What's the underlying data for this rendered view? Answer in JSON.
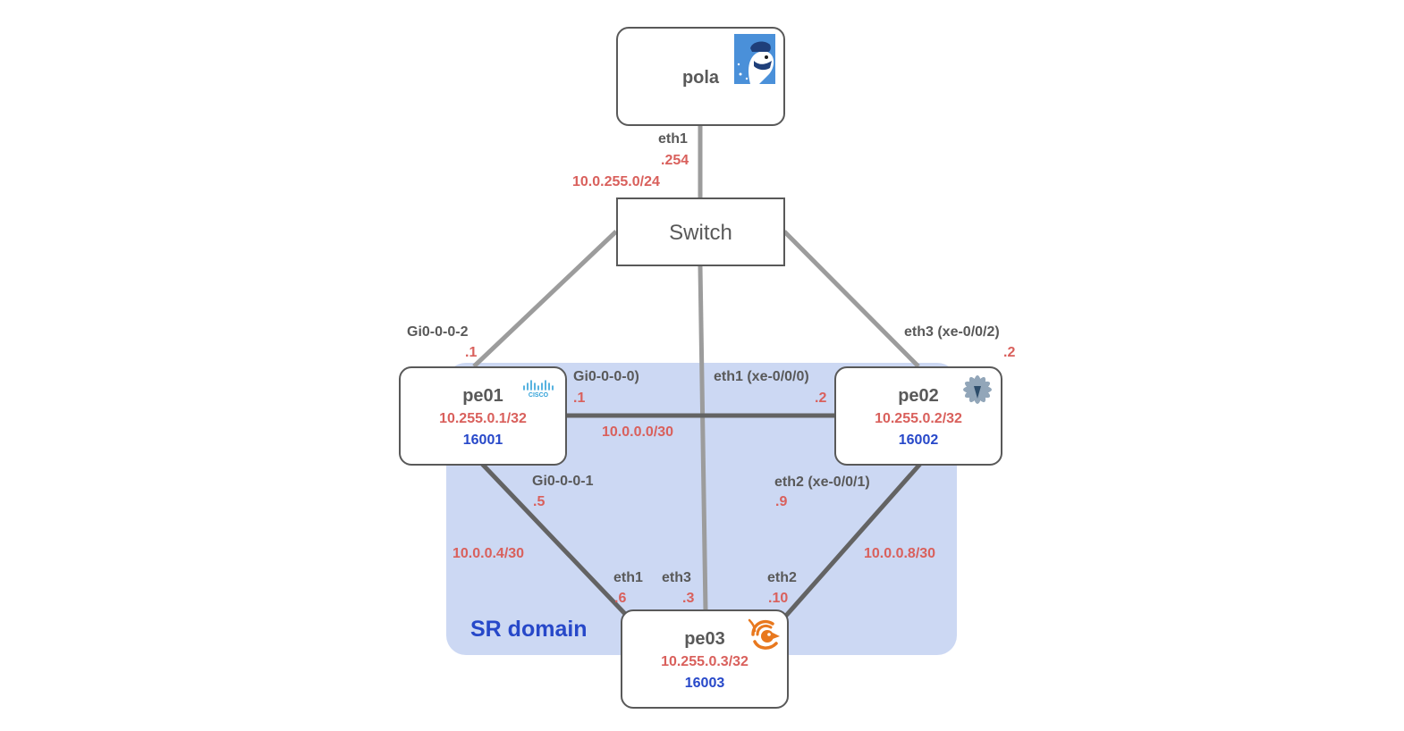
{
  "colors": {
    "label_gray": "#595959",
    "address_red": "#d9605c",
    "sid_blue": "#2748c9",
    "domain_fill": "#ccd8f3",
    "mgmt_link": "#9c9c9c",
    "data_link": "#636363"
  },
  "domain": {
    "label": "SR domain"
  },
  "switch": {
    "label": "Switch"
  },
  "nodes": {
    "pola": {
      "name": "pola",
      "logo": "polar-bear-icon"
    },
    "pe01": {
      "name": "pe01",
      "loopback": "10.255.0.1/32",
      "sid": "16001",
      "logo": "cisco-logo-icon"
    },
    "pe02": {
      "name": "pe02",
      "loopback": "10.255.0.2/32",
      "sid": "16002",
      "logo": "juniper-flower-icon"
    },
    "pe03": {
      "name": "pe03",
      "loopback": "10.255.0.3/32",
      "sid": "16003",
      "logo": "frr-bird-icon"
    }
  },
  "mgmt": {
    "pola_if": "eth1",
    "pola_addr": ".254",
    "subnet": "10.0.255.0/24",
    "pe01_if": "Gi0-0-0-2",
    "pe01_addr": ".1",
    "pe02_if": "eth3 (xe-0/0/2)",
    "pe02_addr": ".2",
    "pe03_if": "eth3",
    "pe03_addr": ".3"
  },
  "links": {
    "pe01_pe02": {
      "a_if": "Gi0-0-0-0)",
      "a_addr": ".1",
      "b_if": "eth1 (xe-0/0/0)",
      "b_addr": ".2",
      "subnet": "10.0.0.0/30"
    },
    "pe01_pe03": {
      "a_if": "Gi0-0-0-1",
      "a_addr": ".5",
      "b_if": "eth1",
      "b_addr": ".6",
      "subnet": "10.0.0.4/30"
    },
    "pe02_pe03": {
      "a_if": "eth2 (xe-0/0/1)",
      "a_addr": ".9",
      "b_if": "eth2",
      "b_addr": ".10",
      "subnet": "10.0.0.8/30"
    }
  }
}
